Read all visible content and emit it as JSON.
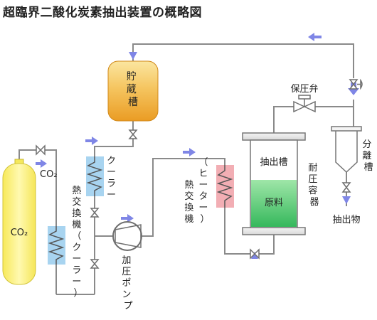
{
  "title": "超臨界二酸化炭素抽出装置の概略図",
  "labels": {
    "storage_tank": "貯蔵槽",
    "cooler": "クーラー",
    "co2_pipe": "CO₂",
    "co2_cylinder": "CO₂",
    "heat_exchanger_cooler": "熱交換機（クーラー）",
    "pressure_pump": "加圧ポンプ",
    "heat_exchanger_heater": "熱交換機（ヒーター）",
    "extraction_tank": "抽出槽",
    "raw_material": "原料",
    "pressure_vessel": "耐圧容器",
    "pressure_valve": "保圧弁",
    "separator": "分離槽",
    "extract": "抽出物"
  },
  "colors": {
    "pipe": "#8a8a8a",
    "arrow": "#7f86e6",
    "tank": "#f0b23c",
    "cylinder": "#fff07a",
    "cooler": "#a8d4f0",
    "heater": "#f2aeb4",
    "material": "#4cc670"
  }
}
